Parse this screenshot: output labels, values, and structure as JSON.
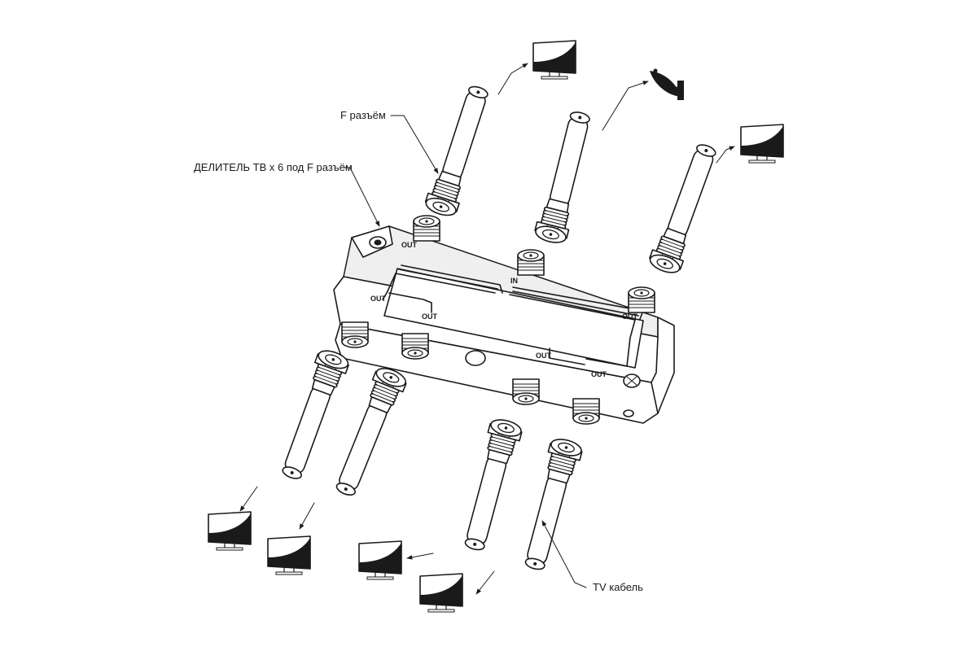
{
  "labels": {
    "f_connector": "F разъём",
    "splitter": "ДЕЛИТЕЛЬ ТВ х 6 под F разъём",
    "tv_cable": "TV кабель"
  },
  "ports": {
    "in": "IN",
    "out": "OUT"
  },
  "icons": {
    "tv": "tv-icon",
    "satellite": "satellite-dish-icon"
  }
}
